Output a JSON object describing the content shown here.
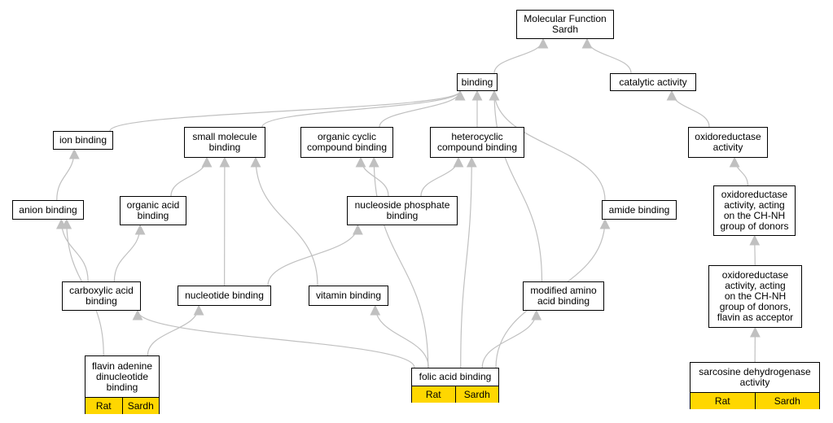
{
  "nodes": {
    "mf": {
      "label": "Molecular Function\nSardh"
    },
    "binding": {
      "label": "binding"
    },
    "cat": {
      "label": "catalytic activity"
    },
    "ion": {
      "label": "ion binding"
    },
    "small": {
      "label": "small molecule\nbinding"
    },
    "orgcyc": {
      "label": "organic cyclic\ncompound binding"
    },
    "hetero": {
      "label": "heterocyclic\ncompound binding"
    },
    "oxred": {
      "label": "oxidoreductase\nactivity"
    },
    "anion": {
      "label": "anion binding"
    },
    "orgacid": {
      "label": "organic acid\nbinding"
    },
    "nucphos": {
      "label": "nucleoside phosphate\nbinding"
    },
    "amide": {
      "label": "amide binding"
    },
    "oxch": {
      "label": "oxidoreductase\nactivity, acting\non the CH-NH\ngroup of donors"
    },
    "carbox": {
      "label": "carboxylic acid\nbinding"
    },
    "nucleo": {
      "label": "nucleotide binding"
    },
    "vitamin": {
      "label": "vitamin binding"
    },
    "modamino": {
      "label": "modified amino\nacid binding"
    },
    "oxflav": {
      "label": "oxidoreductase\nactivity, acting\non the CH-NH\ngroup of donors,\nflavin as acceptor"
    },
    "fad": {
      "label": "flavin adenine\ndinucleotide\nbinding",
      "tags": [
        "Rat",
        "Sardh"
      ]
    },
    "folic": {
      "label": "folic acid binding",
      "tags": [
        "Rat",
        "Sardh"
      ]
    },
    "sarc": {
      "label": "sarcosine dehydrogenase\nactivity",
      "tags": [
        "Rat",
        "Sardh"
      ]
    }
  },
  "edges": [
    [
      "binding",
      "mf"
    ],
    [
      "cat",
      "mf"
    ],
    [
      "ion",
      "binding"
    ],
    [
      "small",
      "binding"
    ],
    [
      "orgcyc",
      "binding"
    ],
    [
      "hetero",
      "binding"
    ],
    [
      "modamino",
      "binding"
    ],
    [
      "amide",
      "binding"
    ],
    [
      "oxred",
      "cat"
    ],
    [
      "oxch",
      "oxred"
    ],
    [
      "oxflav",
      "oxch"
    ],
    [
      "sarc",
      "oxflav"
    ],
    [
      "anion",
      "ion"
    ],
    [
      "orgacid",
      "small"
    ],
    [
      "nucleo",
      "small"
    ],
    [
      "vitamin",
      "small"
    ],
    [
      "nucphos",
      "orgcyc"
    ],
    [
      "nucphos",
      "hetero"
    ],
    [
      "folic",
      "orgcyc"
    ],
    [
      "folic",
      "hetero"
    ],
    [
      "carbox",
      "anion"
    ],
    [
      "fad",
      "anion"
    ],
    [
      "carbox",
      "orgacid"
    ],
    [
      "nucleo",
      "nucphos"
    ],
    [
      "fad",
      "nucleo"
    ],
    [
      "folic",
      "carbox"
    ],
    [
      "folic",
      "vitamin"
    ],
    [
      "folic",
      "modamino"
    ],
    [
      "folic",
      "amide"
    ]
  ],
  "colors": {
    "edge": "#c0c0c0",
    "tag_fill": "#ffd700",
    "border": "#000000"
  }
}
